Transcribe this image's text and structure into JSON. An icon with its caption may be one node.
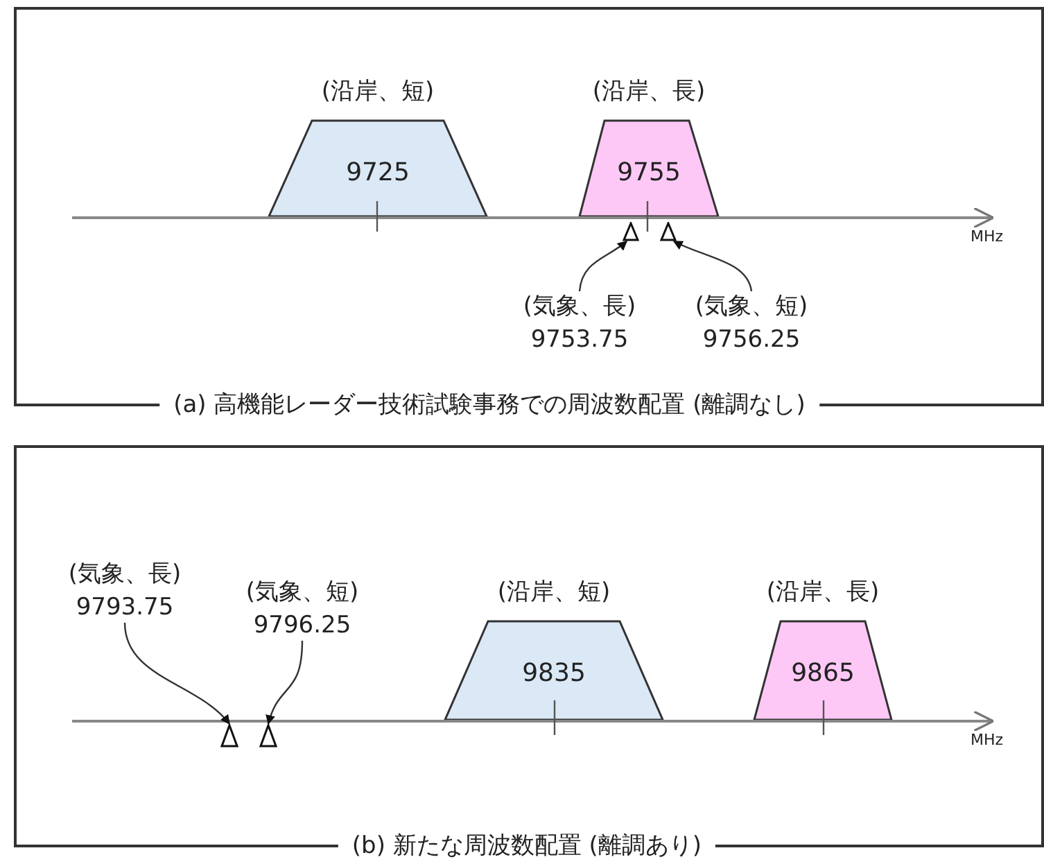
{
  "diagram": {
    "nodes": [
      {
        "text": [
          "(a) 高機能レーダー技術試験事務での周波数配置 (離調なし)"
        ]
      },
      {
        "text": [
          "(沿岸、短)",
          "9725"
        ],
        "in": 0
      },
      {
        "text": [
          "(沿岸、長)",
          "9755"
        ],
        "in": 0
      },
      {
        "text": [],
        "shape": "triangle",
        "in": 0
      },
      {
        "text": [],
        "shape": "triangle",
        "in": 0
      },
      {
        "text": [
          "(気象、長)",
          "9753.75"
        ],
        "in": 0
      },
      {
        "text": [
          "(気象、短)",
          "9756.25"
        ],
        "in": 0
      },
      {
        "text": [
          "(b) 新たな周波数配置 (離調あり)"
        ]
      },
      {
        "text": [
          "(気象、長)",
          "9793.75"
        ],
        "in": 7
      },
      {
        "text": [
          "(気象、短)",
          "9796.25"
        ],
        "in": 7
      },
      {
        "text": [],
        "shape": "triangle",
        "in": 7
      },
      {
        "text": [],
        "shape": "triangle",
        "in": 7
      },
      {
        "text": [
          "(沿岸、短)",
          "9835"
        ],
        "in": 7
      },
      {
        "text": [
          "(沿岸、長)",
          "9865"
        ],
        "in": 7
      }
    ],
    "edges": [
      {
        "from": 5,
        "to": 3,
        "arrow": "to"
      },
      {
        "from": 6,
        "to": 4,
        "arrow": "to"
      },
      {
        "from": 8,
        "to": 10,
        "arrow": "to"
      },
      {
        "from": 9,
        "to": 11,
        "arrow": "to"
      }
    ],
    "labels": [
      "MHz",
      "MHz"
    ]
  }
}
